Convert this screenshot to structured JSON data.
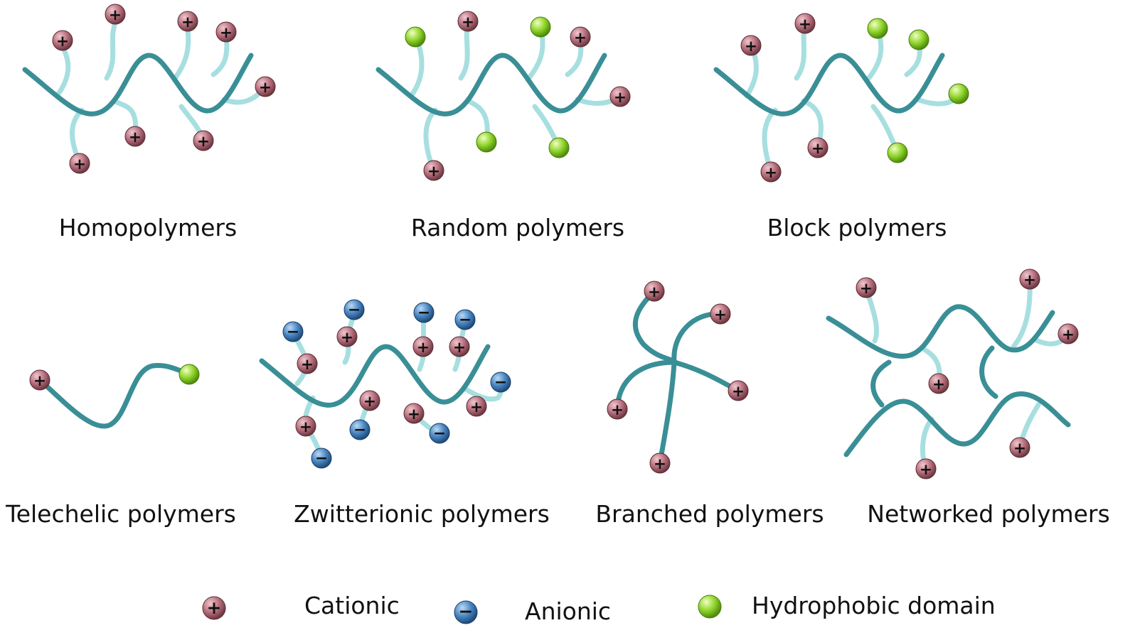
{
  "panels": [
    {
      "id": "homopolymers",
      "label": "Homopolymers"
    },
    {
      "id": "random",
      "label": "Random polymers"
    },
    {
      "id": "block",
      "label": "Block polymers"
    },
    {
      "id": "telechelic",
      "label": "Telechelic polymers"
    },
    {
      "id": "zwitterionic",
      "label": "Zwitterionic polymers"
    },
    {
      "id": "branched",
      "label": "Branched polymers"
    },
    {
      "id": "networked",
      "label": "Networked polymers"
    }
  ],
  "legend": {
    "cationic": "Cationic",
    "anionic": "Anionic",
    "hydrophobic": "Hydrophobic domain"
  },
  "colors": {
    "backbone": "#3a8f96",
    "side_chain": "#a7dfe0",
    "cationic": "#b8707e",
    "anionic": "#4a86c2",
    "hydrophobic": "#8fd42a"
  },
  "symbols": {
    "plus": "+",
    "minus": "−"
  }
}
